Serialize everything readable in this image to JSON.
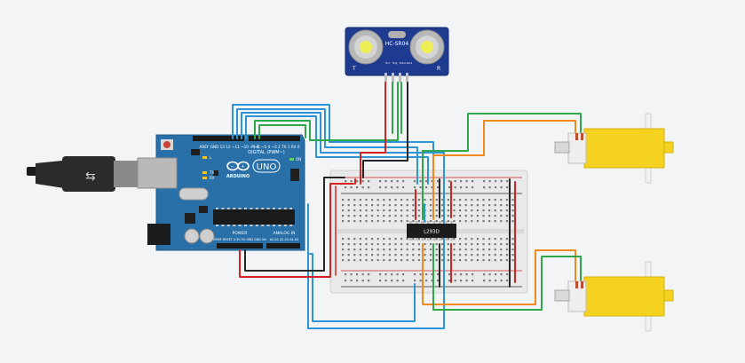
{
  "sensor": {
    "model": "HC-SR04",
    "left_mark": "T",
    "right_mark": "R",
    "pins": [
      "Vcc",
      "Trig",
      "Echo",
      "Gnd"
    ]
  },
  "arduino": {
    "brand": "ARDUINO",
    "model": "UNO",
    "digital_label": "DIGITAL (PWM~)",
    "power_label": "POWER",
    "analog_label": "ANALOG IN",
    "led_labels": [
      "L",
      "TX",
      "RX",
      "ON"
    ],
    "header_top_left": [
      "AREF",
      "GND",
      "13",
      "12",
      "~11",
      "~10",
      "~9",
      "8"
    ],
    "header_top_right": [
      "7",
      "~6",
      "~5",
      "4",
      "~3",
      "2",
      "TX 1",
      "RX 0"
    ],
    "header_power": [
      "IOREF",
      "RESET",
      "3.3V",
      "5V",
      "GND",
      "GND",
      "Vin"
    ],
    "header_analog": [
      "A0",
      "A1",
      "A2",
      "A3",
      "A4",
      "A5"
    ]
  },
  "ic": {
    "label": "L293D"
  },
  "colors": {
    "background": "#f3f4f5",
    "wire_red": "#d32222",
    "wire_black": "#262626",
    "wire_green": "#2ea84a",
    "wire_blue": "#2d95d6",
    "wire_orange": "#f08a1c",
    "arduino_board": "#2a70a8",
    "sensor_board": "#1f3b8f",
    "motor_body": "#f4d21f",
    "breadboard": "#e7e7e7"
  }
}
